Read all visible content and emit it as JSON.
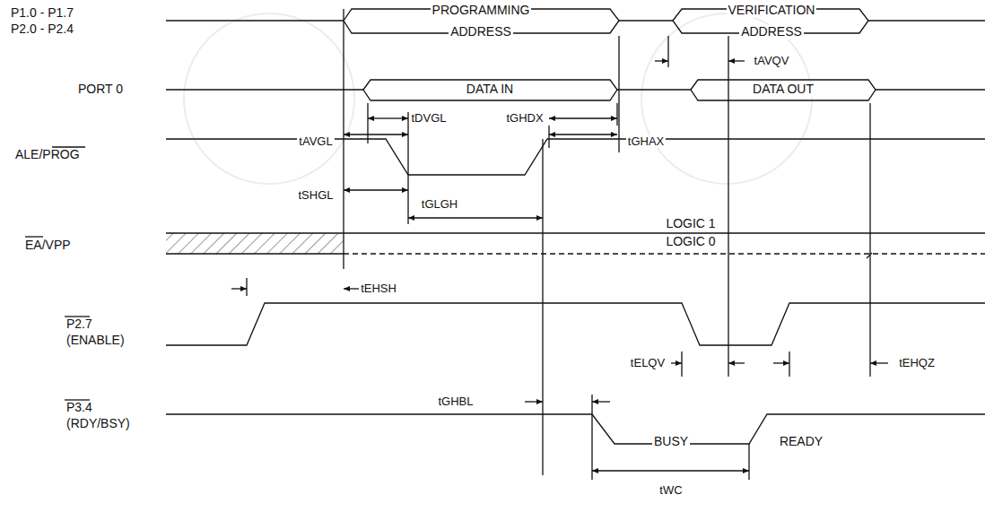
{
  "diagram": {
    "labels": [
      "P1.0 - P1.7",
      "P2.0 - P2.4",
      "PROGRAMMING",
      "ADDRESS",
      "VERIFICATION",
      "ADDRESS",
      "tAVQV",
      "PORT 0",
      "DATA IN",
      "DATA OUT",
      "tDVGL",
      "tGHDX",
      "tAVGL",
      "tGHAX",
      "ALE/PROG",
      "tSHGL",
      "tGLGH",
      "LOGIC 1",
      "LOGIC 0",
      "EA/VPP",
      "tEHSH",
      "P2.7",
      "(ENABLE)",
      "tELQV",
      "tEHQZ",
      "tGHBL",
      "P3.4",
      "(RDY/BSY)",
      "BUSY",
      "READY",
      "tWC"
    ]
  }
}
